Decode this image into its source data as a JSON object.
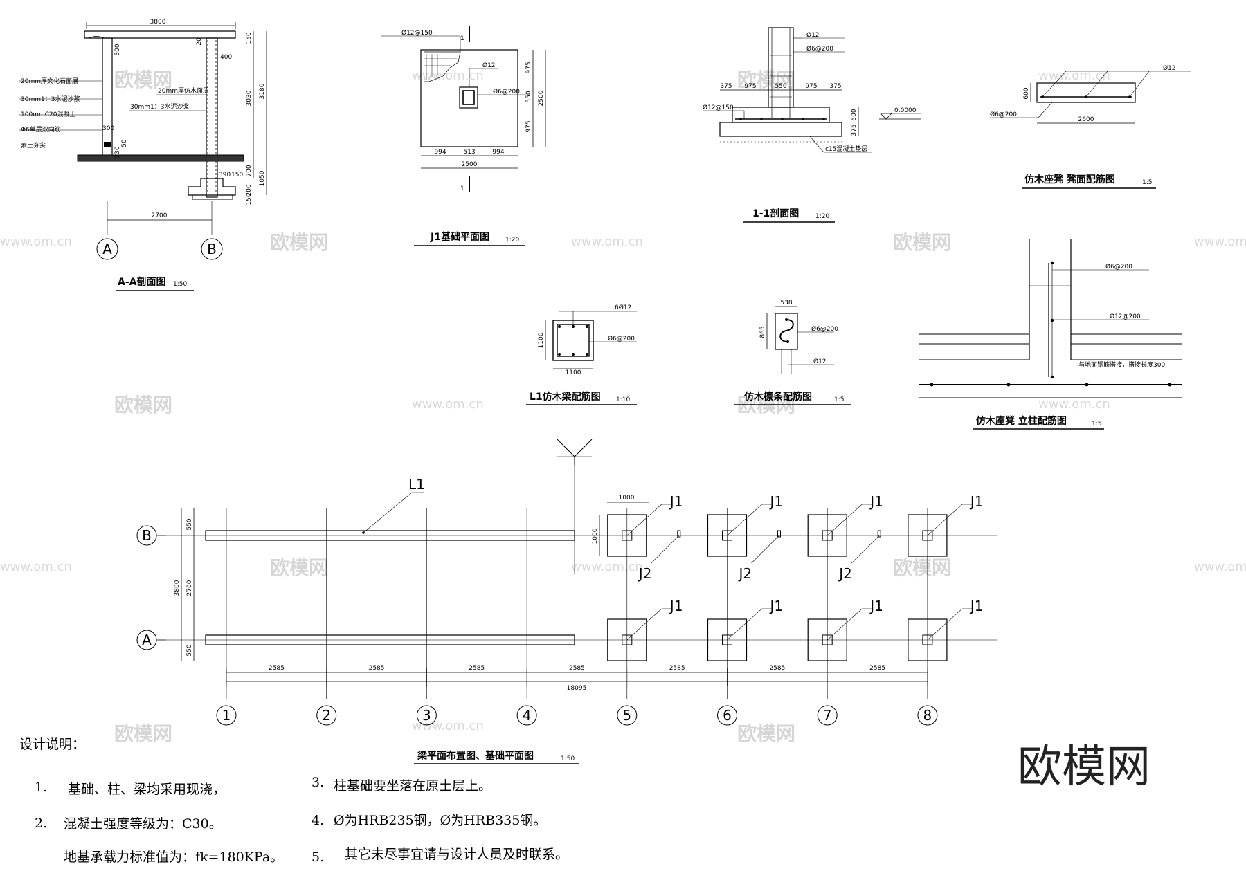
{
  "watermark": {
    "name": "欧模网",
    "url": "www.om.cn"
  },
  "brand_logo": "欧模网",
  "aa_section": {
    "title": "A-A剖面图",
    "scale": "1:50",
    "dims": {
      "top": "3800",
      "d300a": "300",
      "d400": "400",
      "d150": "150",
      "d3030": "3030",
      "d3180": "3180",
      "d300b": "300",
      "d330": "330",
      "d50": "50",
      "d20": "20",
      "d390": "390",
      "d150b": "150",
      "d700": "700",
      "d1050": "1050",
      "d200": "200",
      "d150c": "150",
      "span": "2700"
    },
    "layers_left": [
      "20mm厚文化石面层",
      "30mm1：3水泥沙浆",
      "100mmC20混凝土",
      "Φ6单层双向筋",
      "素土夯实"
    ],
    "layers_right": [
      "20mm厚仿木面层",
      "30mm1：3水泥沙浆"
    ],
    "axes": [
      "A",
      "B"
    ]
  },
  "j1_plan": {
    "title": "J1基础平面图",
    "scale": "1:20",
    "rebar_top": "Ø12@150",
    "rebar_col": "Ø12",
    "stirrup": "Ø6@200",
    "cut": "1",
    "dims": {
      "v975a": "975",
      "v550": "550",
      "v975b": "975",
      "v2500": "2500",
      "h994a": "994",
      "h513": "513",
      "h994b": "994",
      "h2500": "2500"
    }
  },
  "section_11": {
    "title": "1-1剖面图",
    "scale": "1:20",
    "rebar_col": "Ø12",
    "stirrup": "Ø6@200",
    "rebar_base": "Ø12@150",
    "dims": {
      "h375a": "375",
      "h975a": "975",
      "h550": "550",
      "h975b": "975",
      "h375b": "375",
      "v500": "500",
      "v375": "375"
    },
    "level": "0.0000",
    "cushion": "c15混凝土垫层"
  },
  "bench_face": {
    "title": "仿木座凳  凳面配筋图",
    "scale": "1:5",
    "rebar": "Ø12",
    "stirrup": "Ø6@200",
    "dims": {
      "h": "600",
      "w": "2600"
    }
  },
  "l1_beam": {
    "title": "L1仿木梁配筋图",
    "scale": "1:10",
    "rebar": "6Ø12",
    "stirrup": "Ø6@200",
    "dims": {
      "h": "1100",
      "w": "1100"
    }
  },
  "purlin": {
    "title": "仿木檩条配筋图",
    "scale": "1:5",
    "stirrup": "Ø6@200",
    "rebar": "Ø12",
    "dims": {
      "w": "538",
      "h": "865"
    }
  },
  "bench_column": {
    "title": "仿木座凳  立柱配筋图",
    "scale": "1:5",
    "stirrup": "Ø6@200",
    "rebar": "Ø12@200",
    "note": "与地面钢筋搭接，搭接长度300"
  },
  "main_plan": {
    "title": "梁平面布置图、基础平面图",
    "scale": "1:50",
    "beam_label": "L1",
    "footing_label": "J1",
    "col_label": "J2",
    "row_axes": [
      "B",
      "A"
    ],
    "col_axes": [
      "1",
      "2",
      "3",
      "4",
      "5",
      "6",
      "7",
      "8"
    ],
    "spacing": [
      "2585",
      "2585",
      "2585",
      "2585",
      "2585",
      "2585",
      "2585"
    ],
    "total": "18095",
    "left_dims": {
      "d550a": "550",
      "d2700": "2700",
      "d550b": "550",
      "d3800": "3800"
    },
    "footing_dims": {
      "w": "1000",
      "h": "1000"
    }
  },
  "notes": {
    "heading": "设计说明：",
    "n1_num": "1.",
    "n1": "基础、柱、梁均采用现浇，",
    "n2_num": "2.",
    "n2": "混凝土强度等级为：C30。",
    "n2b": "地基承载力标准值为：fk=180KPa。",
    "n3_num": "3.",
    "n3": "柱基础要坐落在原土层上。",
    "n4_num": "4.",
    "n4": "Ø为HRB235钢，Ø为HRB335钢。",
    "n5_num": "5.",
    "n5": "其它未尽事宜请与设计人员及时联系。"
  }
}
